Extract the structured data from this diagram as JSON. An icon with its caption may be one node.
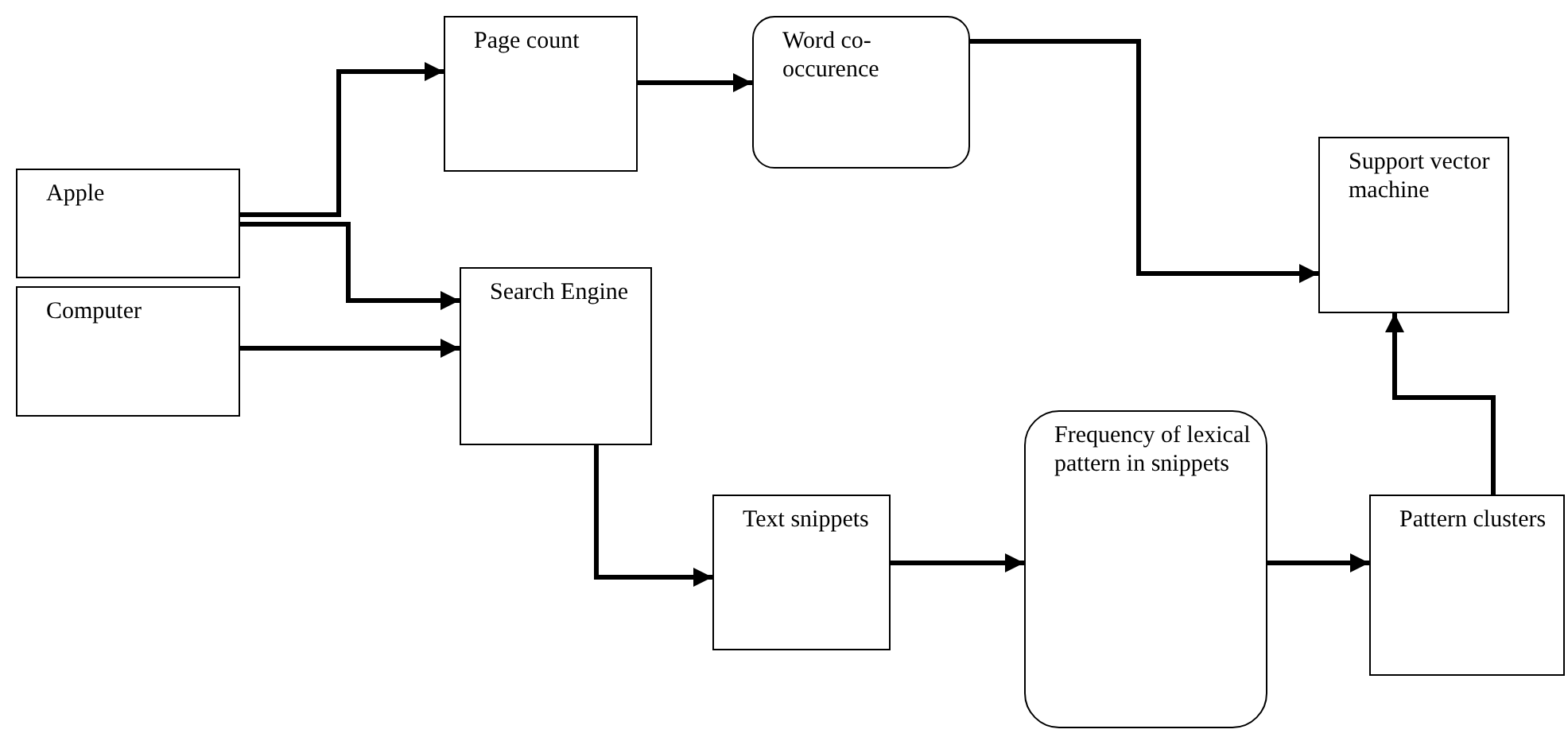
{
  "diagram": {
    "nodes": [
      {
        "text": [
          "Apple"
        ]
      },
      {
        "text": [
          "Computer"
        ]
      },
      {
        "text": [
          "Page count"
        ]
      },
      {
        "text": [
          "Word co-occurence"
        ]
      },
      {
        "text": [
          "Search Engine"
        ]
      },
      {
        "text": [
          "Support vector machine"
        ]
      },
      {
        "text": [
          "Text snippets"
        ]
      },
      {
        "text": [
          "Frequency of lexical pattern in snippets"
        ]
      },
      {
        "text": [
          "Pattern clusters"
        ]
      }
    ],
    "edges": [
      {
        "from": 0,
        "to": 2,
        "arrow": "to"
      },
      {
        "from": 0,
        "to": 4,
        "arrow": "to"
      },
      {
        "from": 1,
        "to": 4,
        "arrow": "to"
      },
      {
        "from": 2,
        "to": 3,
        "arrow": "to"
      },
      {
        "from": 3,
        "to": 5,
        "arrow": "to"
      },
      {
        "from": 4,
        "to": 6,
        "arrow": "to"
      },
      {
        "from": 6,
        "to": 7,
        "arrow": "to"
      },
      {
        "from": 7,
        "to": 8,
        "arrow": "to"
      },
      {
        "from": 8,
        "to": 5,
        "arrow": "to"
      }
    ]
  }
}
